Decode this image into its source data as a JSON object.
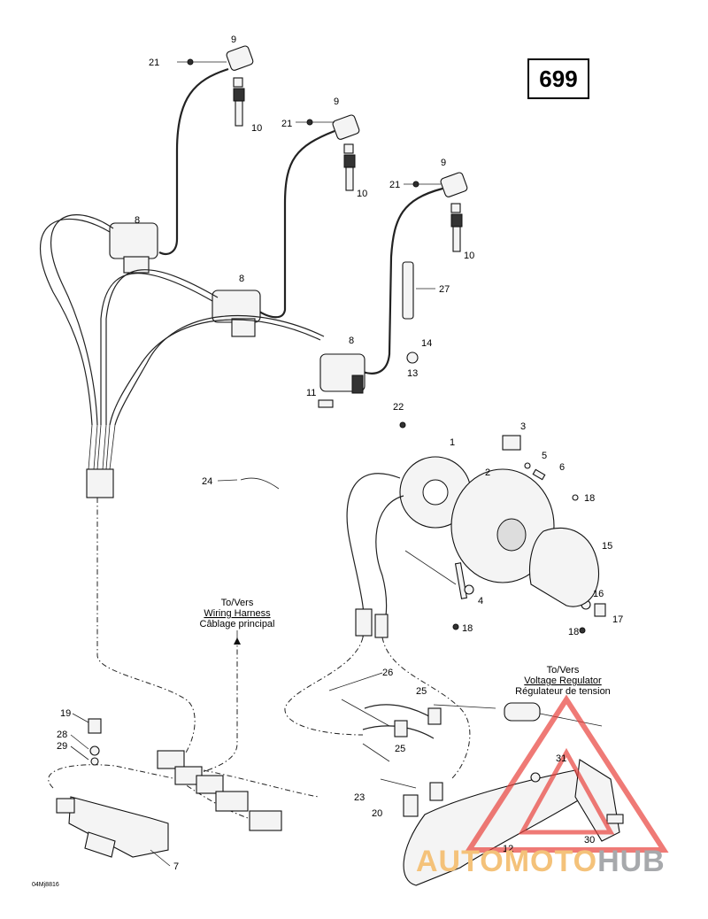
{
  "page_number": "699",
  "figure_code": "04Mj8816",
  "watermark": {
    "part1": "AUTOMOTO",
    "part2": "HUB",
    "color_primary": "#f4c27a",
    "color_secondary": "#a7a9ac",
    "triangle_color": "#e8413c"
  },
  "notes": {
    "wiring_harness": [
      "To/Vers",
      "Wiring Harness",
      "Câblage principal"
    ],
    "voltage_regulator": [
      "To/Vers",
      "Voltage Regulator",
      "Régulateur de tension"
    ]
  },
  "callouts": {
    "c9a": "9",
    "c21a": "21",
    "c10a": "10",
    "c9b": "9",
    "c21b": "21",
    "c10b": "10",
    "c9c": "9",
    "c21c": "21",
    "c10c": "10",
    "c8a": "8",
    "c8b": "8",
    "c8c": "8",
    "c27": "27",
    "c14": "14",
    "c13": "13",
    "c11": "11",
    "c22": "22",
    "c3": "3",
    "c1": "1",
    "c5": "5",
    "c6": "6",
    "c2": "2",
    "c18a": "18",
    "c15": "15",
    "c24": "24",
    "c4": "4",
    "c18b": "18",
    "c16": "16",
    "c17": "17",
    "c18c": "18",
    "c26": "26",
    "c25a": "25",
    "c25b": "25",
    "c19": "19",
    "c28": "28",
    "c29": "29",
    "c31": "31",
    "c23": "23",
    "c20": "20",
    "c30": "30",
    "c12": "12",
    "c7": "7"
  }
}
